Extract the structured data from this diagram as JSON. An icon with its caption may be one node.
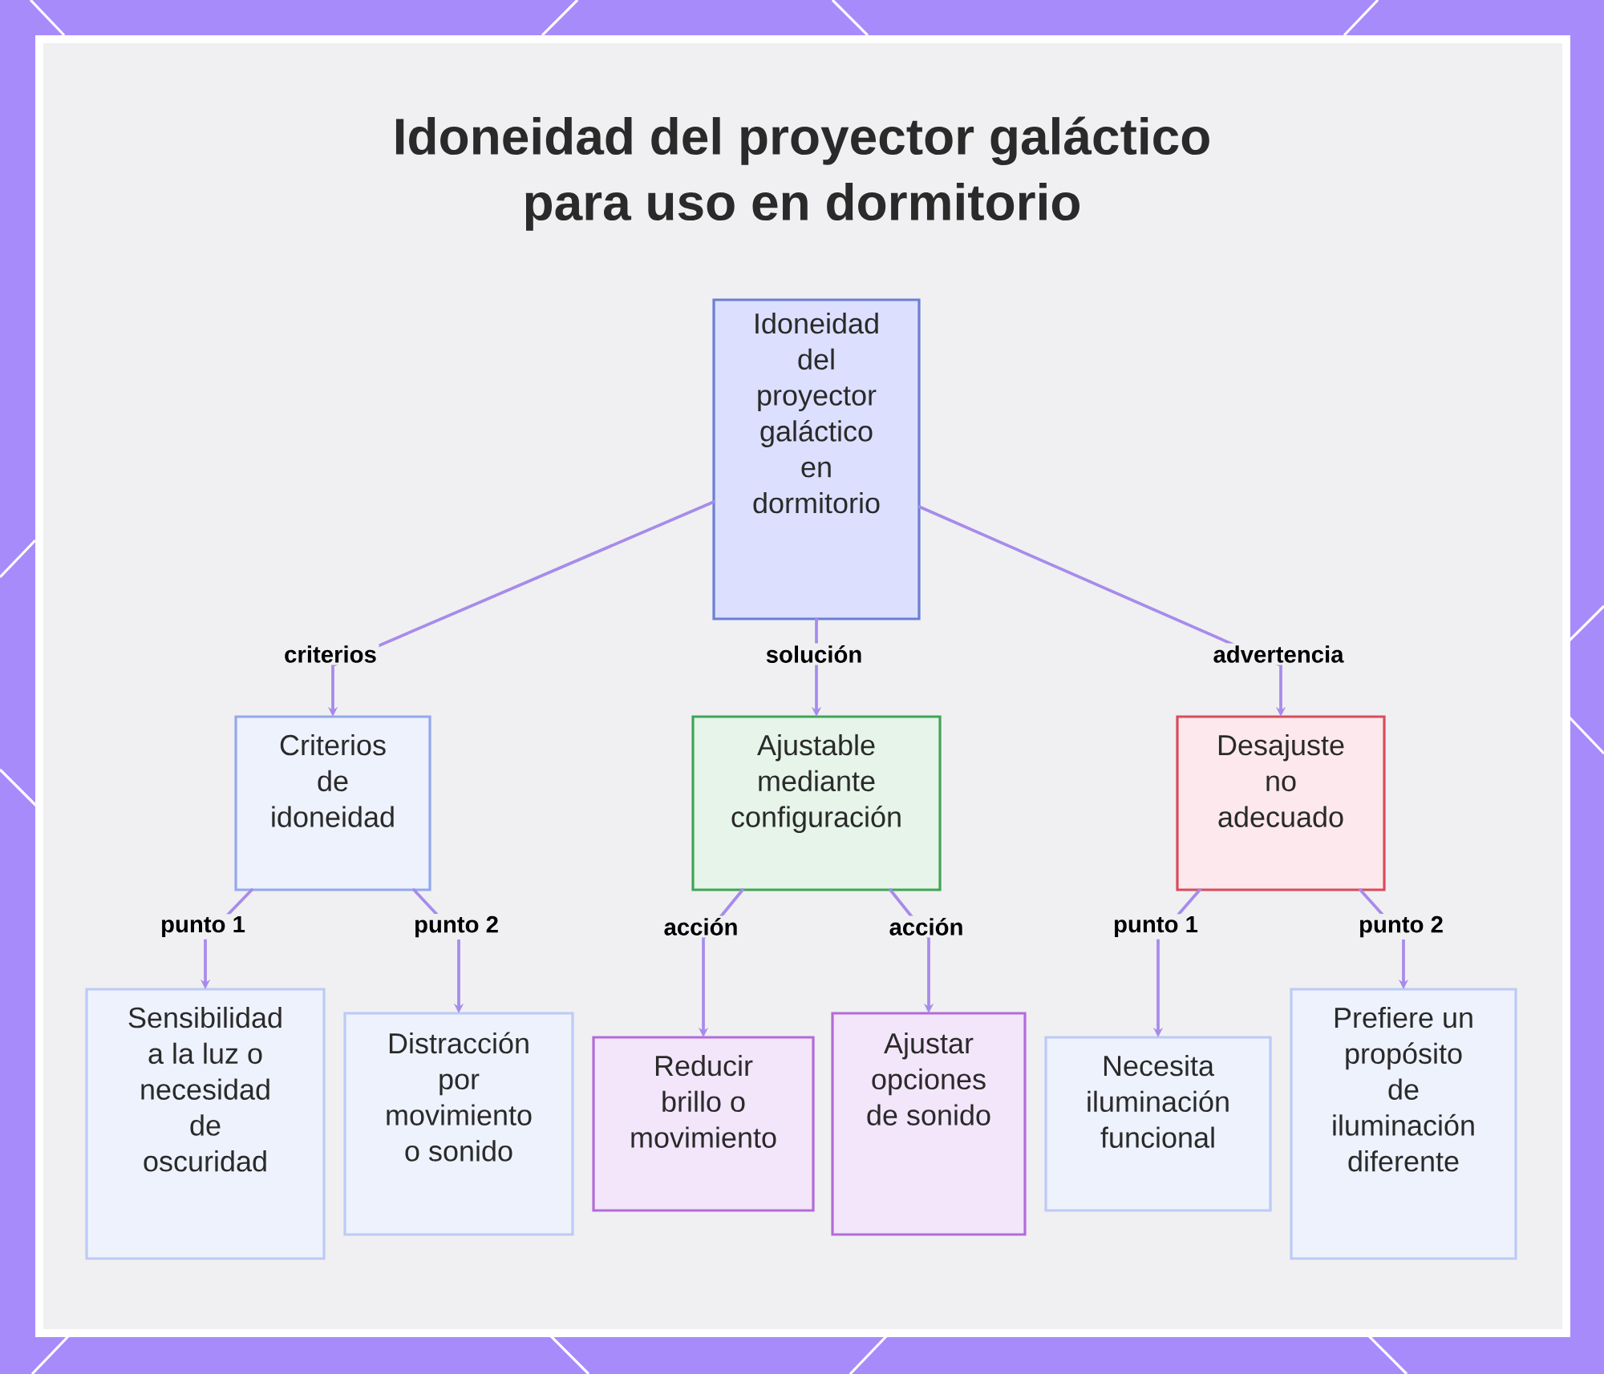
{
  "diagram": {
    "title": "Idoneidad del proyector galáctico para uso en dormitorio",
    "nodes": [
      {
        "text": [
          "Idoneidad del proyector galáctico en dormitorio"
        ]
      },
      {
        "text": [
          "Criterios de idoneidad"
        ]
      },
      {
        "text": [
          "Ajustable mediante configuración"
        ]
      },
      {
        "text": [
          "Desajuste no adecuado"
        ]
      },
      {
        "text": [
          "Sensibilidad a la luz o necesidad de oscuridad"
        ]
      },
      {
        "text": [
          "Distracción por movimiento o sonido"
        ]
      },
      {
        "text": [
          "Reducir brillo o movimiento"
        ]
      },
      {
        "text": [
          "Ajustar opciones de sonido"
        ]
      },
      {
        "text": [
          "Necesita iluminación funcional"
        ]
      },
      {
        "text": [
          "Prefiere un propósito de iluminación diferente"
        ]
      }
    ],
    "edges": [
      {
        "from": 0,
        "to": 1,
        "arrow": "to",
        "label": "criterios"
      },
      {
        "from": 0,
        "to": 2,
        "arrow": "to",
        "label": "solución"
      },
      {
        "from": 0,
        "to": 3,
        "arrow": "to",
        "label": "advertencia"
      },
      {
        "from": 1,
        "to": 4,
        "arrow": "to",
        "label": "punto 1"
      },
      {
        "from": 1,
        "to": 5,
        "arrow": "to",
        "label": "punto 2"
      },
      {
        "from": 2,
        "to": 6,
        "arrow": "to",
        "label": "acción"
      },
      {
        "from": 2,
        "to": 7,
        "arrow": "to",
        "label": "acción"
      },
      {
        "from": 3,
        "to": 8,
        "arrow": "to",
        "label": "punto 1"
      },
      {
        "from": 3,
        "to": 9,
        "arrow": "to",
        "label": "punto 2"
      }
    ]
  }
}
